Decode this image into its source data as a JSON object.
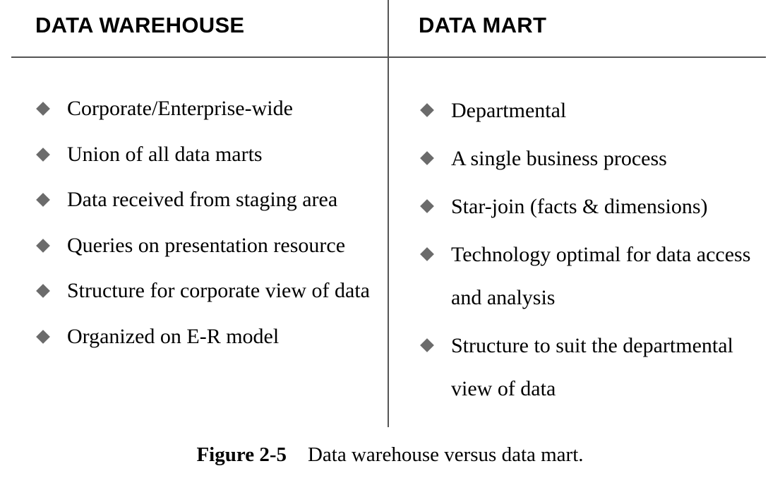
{
  "left_column": {
    "title": "DATA WAREHOUSE",
    "items": [
      "Corporate/Enterprise-wide",
      "Union of all data marts",
      "Data received from staging area",
      "Queries on presentation resource",
      "Structure for corporate view of data",
      "Organized on E-R model"
    ]
  },
  "right_column": {
    "title": "DATA MART",
    "items": [
      "Departmental",
      "A single business process",
      "Star-join (facts & dimensions)",
      "Technology optimal for data access and analysis",
      "Structure to suit the departmental view of data"
    ]
  },
  "caption": {
    "figure_number": "Figure 2-5",
    "text": "Data warehouse versus data mart."
  },
  "colors": {
    "bullet": "#6b6b6b",
    "rule": "#555555",
    "text": "#000000"
  },
  "icons": {
    "bullet": "diamond-bullet-icon"
  }
}
